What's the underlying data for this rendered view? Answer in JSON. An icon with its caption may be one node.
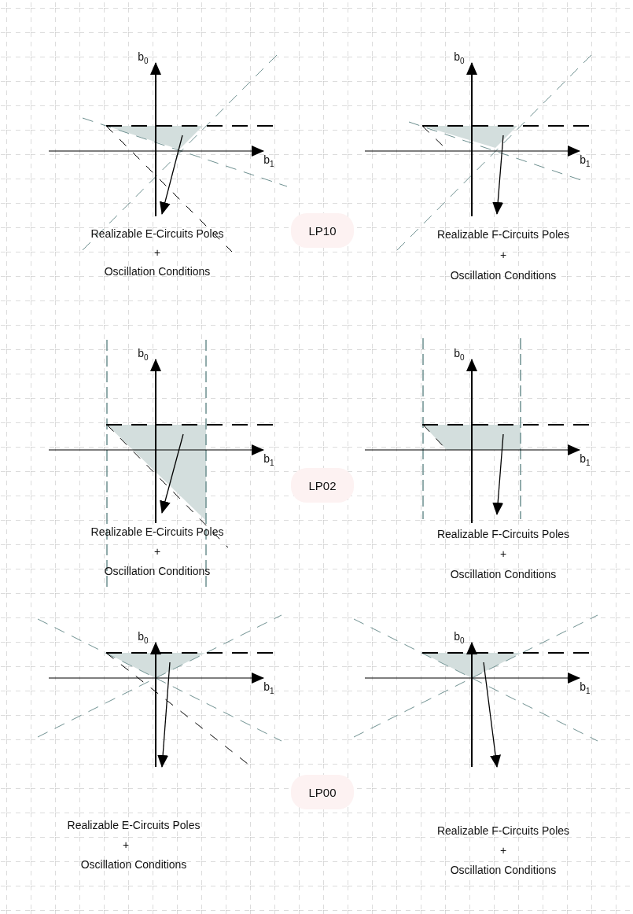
{
  "diagram": {
    "nodes": [
      {
        "text": [
          "LP10"
        ]
      },
      {
        "text": [
          "LP02"
        ]
      },
      {
        "text": [
          "LP00"
        ]
      }
    ],
    "labels": [
      "b$_{0}$",
      "b$_{1}$",
      "Realizable E-Circuits Poles",
      "+",
      "Oscillation Conditions",
      "b$_{0}$",
      "b$_{1}$",
      "Realizable F-Circuits Poles",
      "+",
      "Oscillation Conditions",
      "b$_{0}$",
      "b$_{1}$",
      "Realizable E-Circuits Poles",
      "+",
      "Oscillation Conditions",
      "b$_{0}$",
      "b$_{1}$",
      "Realizable F-Circuits Poles",
      "+",
      "Oscillation Conditions",
      "b$_{0}$",
      "b$_{1}$",
      "Realizable E-Circuits Poles",
      "+",
      "Oscillation Conditions",
      "b$_{0}$",
      "b$_{1}$",
      "Realizable F-Circuits Poles",
      "+",
      "Oscillation Conditions"
    ]
  }
}
